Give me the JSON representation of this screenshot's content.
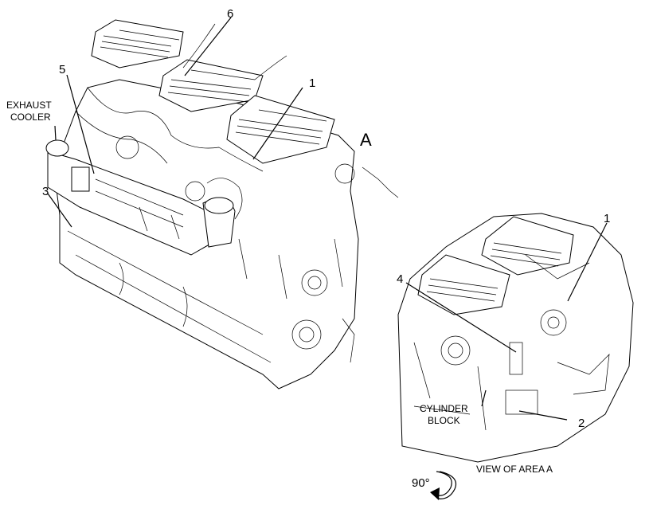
{
  "labels": {
    "exhaust_cooler_line1": "EXHAUST",
    "exhaust_cooler_line2": "COOLER",
    "callout_1": "1",
    "callout_2": "2",
    "callout_3": "3",
    "callout_4": "4",
    "callout_5": "5",
    "callout_6": "6",
    "area_a": "A",
    "cylinder_block_line1": "CYLINDER",
    "cylinder_block_line2": "BLOCK",
    "view_of_area": "VIEW OF AREA  A",
    "rotation": "90°"
  }
}
